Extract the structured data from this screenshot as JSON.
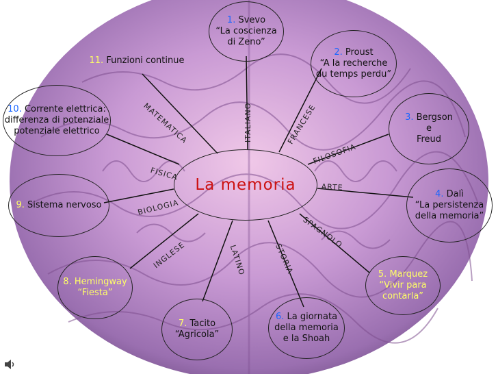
{
  "center": {
    "label": "La memoria"
  },
  "nodes": {
    "svevo": {
      "num": "1.",
      "title": "Svevo",
      "line2": "“La coscienza",
      "line3": "di Zeno”"
    },
    "proust": {
      "num": "2.",
      "title": "Proust",
      "line2": "“A la recherche",
      "line3": "du temps perdu”"
    },
    "bergson": {
      "num": "3.",
      "title": "Bergson",
      "line2": "e",
      "line3": "Freud"
    },
    "dali": {
      "num": "4.",
      "title": "Dalì",
      "line2": "“La persistenza",
      "line3": "della memoria”"
    },
    "marquez": {
      "num": "5.",
      "title": "Marquez",
      "line2": "“Vivir  para",
      "line3": "contarla”"
    },
    "giornata": {
      "num": "6.",
      "title": "La giornata",
      "line2": "della memoria",
      "line3": "e la Shoah"
    },
    "tacito": {
      "num": "7.",
      "title": "Tacito",
      "line2": "“Agricola”"
    },
    "hemingway": {
      "num": "8.",
      "title": "Hemingway",
      "line2": "“Fiesta”"
    },
    "sistema": {
      "num": "9.",
      "title": "Sistema nervoso"
    },
    "corrente": {
      "num": "10.",
      "title": "Corrente elettrica:",
      "line2": "differenza di potenziale",
      "line3": "potenziale elettrico"
    },
    "funzioni": {
      "num": "11.",
      "title": "Funzioni continue"
    }
  },
  "subjects": {
    "italiano": "ITALIANO",
    "francese": "FRANCESE",
    "filosofia": "FILOSOFIA",
    "arte": "ARTE",
    "spagnolo": "SPAGNOLO",
    "storia": "STORIA",
    "latino": "LATINO",
    "inglese": "INGLESE",
    "biologia": "BIOLOGIA",
    "fisica": "FISICA",
    "matematica": "MATEMATICA"
  },
  "colors": {
    "center_text": "#cc1111",
    "number_accent": "#1a66ff",
    "yellow_text": "#ffff66",
    "line": "#111111"
  },
  "icons": {
    "speaker": "speaker-icon"
  }
}
